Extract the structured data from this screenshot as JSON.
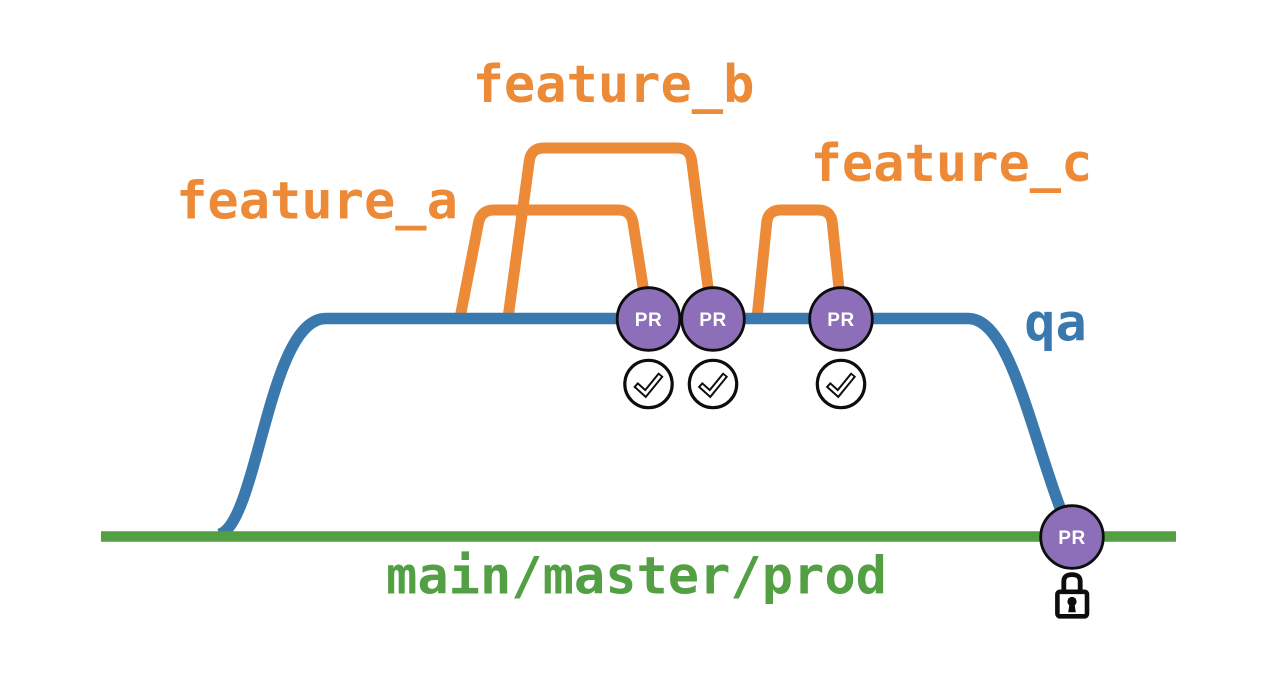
{
  "diagram": {
    "type": "git-branching-diagram",
    "background": "#ffffff",
    "colors": {
      "feature": "#ED8A37",
      "qa": "#3A79AD",
      "main": "#52A043",
      "pr_fill": "#8C6FB8",
      "outline": "#0D0D0D",
      "pr_text": "#FFFFFF",
      "icon_fill": "#FFFFFF"
    },
    "branches": {
      "main": {
        "label": "main/master/prod"
      },
      "qa": {
        "label": "qa"
      },
      "features": [
        {
          "label": "feature_a"
        },
        {
          "label": "feature_b"
        },
        {
          "label": "feature_c"
        }
      ]
    },
    "pr_nodes": [
      {
        "label": "PR",
        "status_icon": "approved-check"
      },
      {
        "label": "PR",
        "status_icon": "approved-check"
      },
      {
        "label": "PR",
        "status_icon": "approved-check"
      },
      {
        "label": "PR",
        "status_icon": "lock"
      }
    ]
  }
}
